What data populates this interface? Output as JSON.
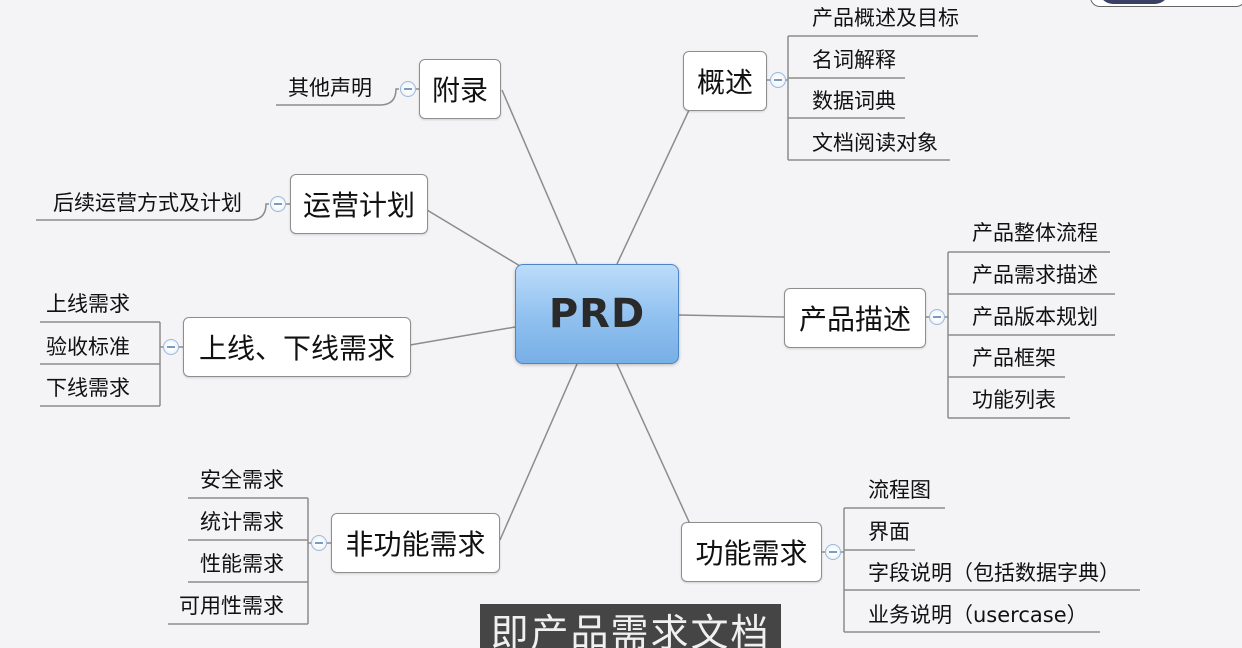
{
  "center": {
    "label": "PRD"
  },
  "topics": {
    "overview": {
      "label": "概述",
      "items": [
        "产品概述及目标",
        "名词解释",
        "数据词典",
        "文档阅读对象"
      ]
    },
    "product": {
      "label": "产品描述",
      "items": [
        "产品整体流程",
        "产品需求描述",
        "产品版本规划",
        "产品框架",
        "功能列表"
      ]
    },
    "functional": {
      "label": "功能需求",
      "items": [
        "流程图",
        "界面",
        "字段说明（包括数据字典）",
        "业务说明（usercase）"
      ]
    },
    "appendix": {
      "label": "附录",
      "items": [
        "其他声明"
      ]
    },
    "operation": {
      "label": "运营计划",
      "items": [
        "后续运营方式及计划"
      ]
    },
    "release": {
      "label": "上线、下线需求",
      "items": [
        "上线需求",
        "验收标准",
        "下线需求"
      ]
    },
    "nonfunctional": {
      "label": "非功能需求",
      "items": [
        "安全需求",
        "统计需求",
        "性能需求",
        "可用性需求"
      ]
    }
  },
  "caption": {
    "text": "即产品需求文档"
  },
  "colors": {
    "center_fill": "#8fc0ef",
    "center_border": "#4a86c8",
    "link": "#8c8c8c",
    "caption_bg": "#454545"
  }
}
